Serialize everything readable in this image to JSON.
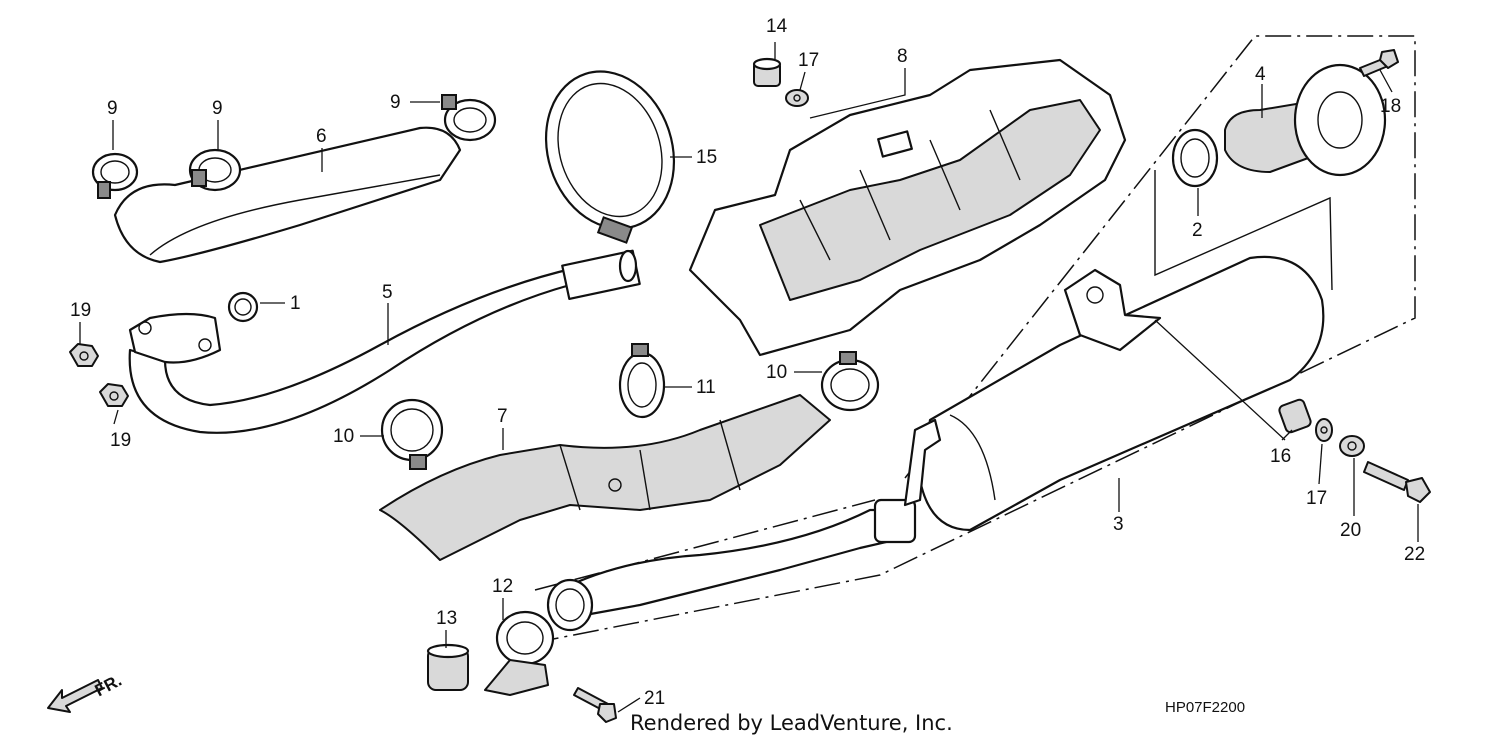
{
  "diagram": {
    "callouts": [
      {
        "id": "c14",
        "label": "14"
      },
      {
        "id": "c17a",
        "label": "17"
      },
      {
        "id": "c8",
        "label": "8"
      },
      {
        "id": "c9a",
        "label": "9"
      },
      {
        "id": "c9b",
        "label": "9"
      },
      {
        "id": "c9c",
        "label": "9"
      },
      {
        "id": "c6",
        "label": "6"
      },
      {
        "id": "c15",
        "label": "15"
      },
      {
        "id": "c4",
        "label": "4"
      },
      {
        "id": "c18",
        "label": "18"
      },
      {
        "id": "c2",
        "label": "2"
      },
      {
        "id": "c19a",
        "label": "19"
      },
      {
        "id": "c1",
        "label": "1"
      },
      {
        "id": "c5",
        "label": "5"
      },
      {
        "id": "c19b",
        "label": "19"
      },
      {
        "id": "c11",
        "label": "11"
      },
      {
        "id": "c10a",
        "label": "10"
      },
      {
        "id": "c10b",
        "label": "10"
      },
      {
        "id": "c7",
        "label": "7"
      },
      {
        "id": "c16",
        "label": "16"
      },
      {
        "id": "c17b",
        "label": "17"
      },
      {
        "id": "c20",
        "label": "20"
      },
      {
        "id": "c22",
        "label": "22"
      },
      {
        "id": "c3",
        "label": "3"
      },
      {
        "id": "c12",
        "label": "12"
      },
      {
        "id": "c13",
        "label": "13"
      },
      {
        "id": "c21",
        "label": "21"
      }
    ],
    "direction_label": "FR.",
    "diagram_code": "HP07F2200",
    "footer_text": "Rendered by LeadVenture, Inc."
  }
}
